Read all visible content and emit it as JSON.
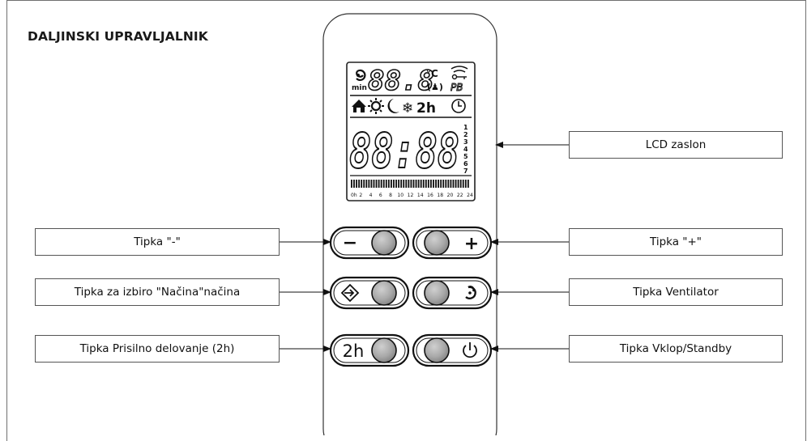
{
  "title": "DALJINSKI UPRAVLJALNIK",
  "labels": {
    "lcd": "LCD zaslon",
    "minus": "Tipka \"-\"",
    "plus": "Tipka \"+\"",
    "mode": "Tipka za izbiro \"Načina\"načina",
    "fan": "Tipka Ventilator",
    "forced": "Tipka Prisilno delovanje (2h)",
    "power": "Tipka Vklop/Standby"
  },
  "lcd": {
    "temp_digits": "88.8",
    "temp_unit": "°C",
    "min_label": "min",
    "pb_label": "PB",
    "mode_2h": "2h",
    "clock_digits": "88:88",
    "day_numbers": [
      "1",
      "2",
      "3",
      "4",
      "5",
      "6",
      "7"
    ],
    "hour_ticks": [
      "0h",
      "2",
      "4",
      "6",
      "8",
      "10",
      "12",
      "14",
      "16",
      "18",
      "20",
      "22",
      "24"
    ]
  },
  "buttons": {
    "minus_symbol": "−",
    "plus_symbol": "+",
    "forced_symbol": "2h"
  },
  "icons": {
    "mode": "mode-arrow-icon",
    "fan": "fan-icon",
    "power": "power-icon",
    "home": "home-icon",
    "sun": "sun-icon",
    "moon": "moon-icon",
    "snowflake": "snowflake-icon",
    "clock": "clock-icon",
    "wireless": "wireless-icon",
    "key": "key-icon",
    "occupancy": "occupancy-icon"
  }
}
